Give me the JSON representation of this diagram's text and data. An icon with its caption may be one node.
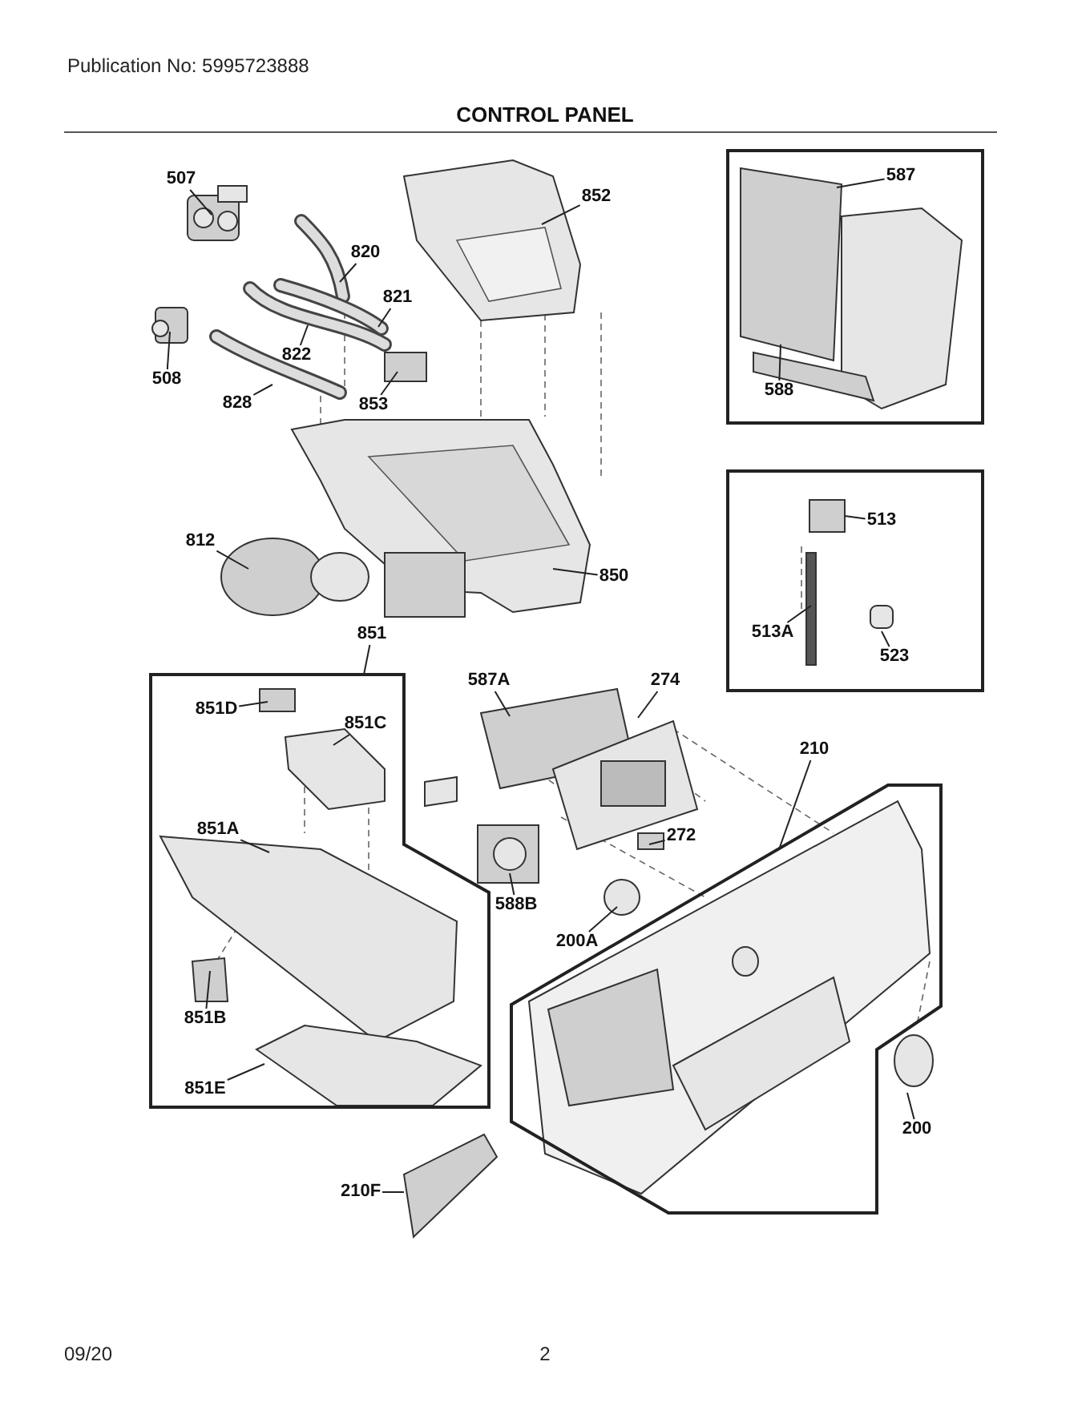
{
  "diagram": {
    "title": "CONTROL PANEL",
    "nodes": [
      {
        "text": [
          "507"
        ]
      },
      {
        "text": [
          "852"
        ]
      },
      {
        "text": [
          "820"
        ]
      },
      {
        "text": [
          "821"
        ]
      },
      {
        "text": [
          "822"
        ]
      },
      {
        "text": [
          "508"
        ]
      },
      {
        "text": [
          "828"
        ]
      },
      {
        "text": [
          "853"
        ]
      },
      {
        "text": [],
        "shape": "box"
      },
      {
        "text": [
          "587"
        ],
        "in": 8
      },
      {
        "text": [
          "588"
        ],
        "in": 8
      },
      {
        "text": [],
        "shape": "box"
      },
      {
        "text": [
          "513"
        ],
        "in": 11
      },
      {
        "text": [
          "513A"
        ],
        "in": 11
      },
      {
        "text": [
          "523"
        ],
        "in": 11
      },
      {
        "text": [
          "812"
        ]
      },
      {
        "text": [
          "850"
        ]
      },
      {
        "text": [
          "851"
        ]
      },
      {
        "text": [],
        "shape": "box"
      },
      {
        "text": [
          "851D"
        ],
        "in": 18
      },
      {
        "text": [
          "851C"
        ],
        "in": 18
      },
      {
        "text": [
          "851A"
        ],
        "in": 18
      },
      {
        "text": [
          "851B"
        ],
        "in": 18
      },
      {
        "text": [
          "851E"
        ],
        "in": 18
      },
      {
        "text": [
          "587A"
        ]
      },
      {
        "text": [
          "274"
        ]
      },
      {
        "text": [
          "210"
        ]
      },
      {
        "text": [],
        "shape": "box"
      },
      {
        "text": [
          "272"
        ]
      },
      {
        "text": [
          "588B"
        ]
      },
      {
        "text": [
          "200A"
        ]
      },
      {
        "text": [
          "200"
        ]
      },
      {
        "text": [
          "210F"
        ]
      }
    ],
    "edges": [
      {
        "from": 0,
        "to": null,
        "arrow": "none"
      },
      {
        "from": 1,
        "to": null,
        "arrow": "none"
      },
      {
        "from": 2,
        "to": null,
        "arrow": "none"
      },
      {
        "from": 3,
        "to": null,
        "arrow": "none"
      },
      {
        "from": 4,
        "to": null,
        "arrow": "none"
      },
      {
        "from": 5,
        "to": null,
        "arrow": "none"
      },
      {
        "from": 6,
        "to": null,
        "arrow": "none"
      },
      {
        "from": 7,
        "to": null,
        "arrow": "none"
      },
      {
        "from": 9,
        "to": null,
        "arrow": "none"
      },
      {
        "from": 10,
        "to": null,
        "arrow": "none"
      },
      {
        "from": 12,
        "to": null,
        "arrow": "none"
      },
      {
        "from": 13,
        "to": null,
        "arrow": "none"
      },
      {
        "from": 14,
        "to": null,
        "arrow": "none"
      },
      {
        "from": 15,
        "to": null,
        "arrow": "none"
      },
      {
        "from": 16,
        "to": null,
        "arrow": "none"
      },
      {
        "from": 17,
        "to": 18,
        "arrow": "none"
      },
      {
        "from": 19,
        "to": null,
        "arrow": "none"
      },
      {
        "from": 20,
        "to": null,
        "arrow": "none"
      },
      {
        "from": 21,
        "to": null,
        "arrow": "none"
      },
      {
        "from": 22,
        "to": null,
        "arrow": "none"
      },
      {
        "from": 23,
        "to": null,
        "arrow": "none"
      },
      {
        "from": 24,
        "to": null,
        "arrow": "none"
      },
      {
        "from": 25,
        "to": null,
        "arrow": "none"
      },
      {
        "from": 26,
        "to": 27,
        "arrow": "none"
      },
      {
        "from": 28,
        "to": null,
        "arrow": "none"
      },
      {
        "from": 29,
        "to": null,
        "arrow": "none"
      },
      {
        "from": 30,
        "to": null,
        "arrow": "none"
      },
      {
        "from": 31,
        "to": null,
        "arrow": "none"
      },
      {
        "from": 32,
        "to": null,
        "arrow": "none"
      }
    ],
    "labels": [
      "Publication No: 5995723888",
      "09/20",
      "2"
    ]
  }
}
